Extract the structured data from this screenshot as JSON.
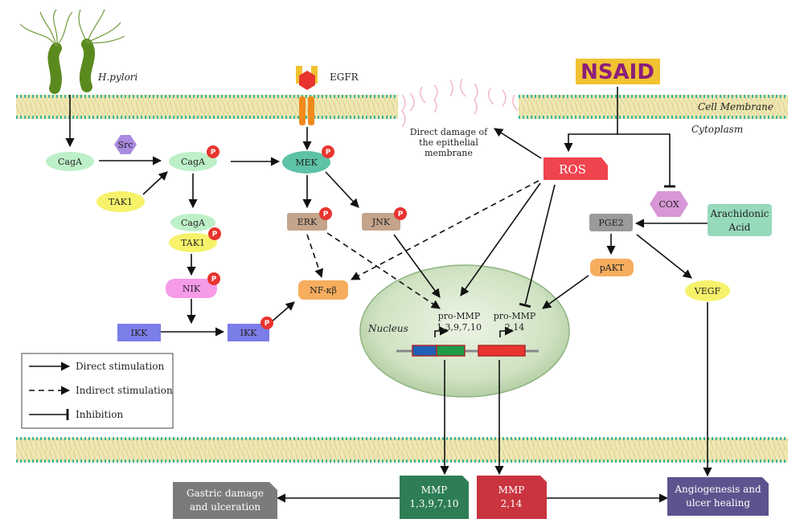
{
  "organisms": {
    "hpylori": "H.pylori"
  },
  "receptors": {
    "egfr": "EGFR"
  },
  "drugs": {
    "nsaid": "NSAID"
  },
  "regions": {
    "membrane": "Cell Membrane",
    "cytoplasm": "Cytoplasm",
    "nucleus": "Nucleus"
  },
  "nodes": {
    "cagA1": "CagA",
    "src": "Src",
    "cagA2": "CagA",
    "tak1a": "TAK1",
    "cagA3": "CagA",
    "tak1b": "TAK1",
    "nik": "NIK",
    "ikk1": "IKK",
    "ikk2": "IKK",
    "mek": "MEK",
    "erk": "ERK",
    "jnk": "JNK",
    "nfkb": "NF-κβ",
    "ros": "ROS",
    "cox": "COX",
    "pge2": "PGE2",
    "arachidonic_1": "Arachidonic",
    "arachidonic_2": "Acid",
    "pakt": "pAKT",
    "vegf": "VEGF",
    "promm1_1": "pro-MMP",
    "promm1_2": "1,3,9,7,10",
    "promm2_1": "pro-MMP",
    "promm2_2": "2,14"
  },
  "phospho": "P",
  "notes": {
    "membrane_damage_1": "Direct damage of",
    "membrane_damage_2": "the epithelial",
    "membrane_damage_3": "membrane"
  },
  "outcomes": {
    "mmp1_1": "MMP",
    "mmp1_2": "1,3,9,7,10",
    "mmp2_1": "MMP",
    "mmp2_2": "2,14",
    "gastric_1": "Gastric damage",
    "gastric_2": "and ulceration",
    "angio_1": "Angiogenesis and",
    "angio_2": "ulcer healing"
  },
  "legend": {
    "direct": "Direct stimulation",
    "indirect": "Indirect stimulation",
    "inhibition": "Inhibition"
  },
  "colors": {
    "cagA": "#bdf0c8",
    "src": "#a98be0",
    "tak1": "#f6f26a",
    "nik": "#f59be8",
    "ikk": "#7b7de8",
    "mek": "#5ec2a6",
    "erk": "#c4a48b",
    "nfkb": "#f6ad5d",
    "ros": "#f0444f",
    "cox": "#d797d6",
    "pge2": "#9a9a9a",
    "arachidonic": "#96d9bb",
    "pakt": "#f6ad5d",
    "vegf": "#f6f26a",
    "mmp1": "#2e7d55",
    "mmp2": "#c9343f",
    "gastric": "#7b7b7b",
    "angio": "#5c548e",
    "nsaid_bg": "#f1c232",
    "nsaid_text": "#8b1f7a",
    "phospho": "#e8342f",
    "membrane_dot": "#3cb7a3",
    "membrane_fill": "#efe7b2"
  }
}
